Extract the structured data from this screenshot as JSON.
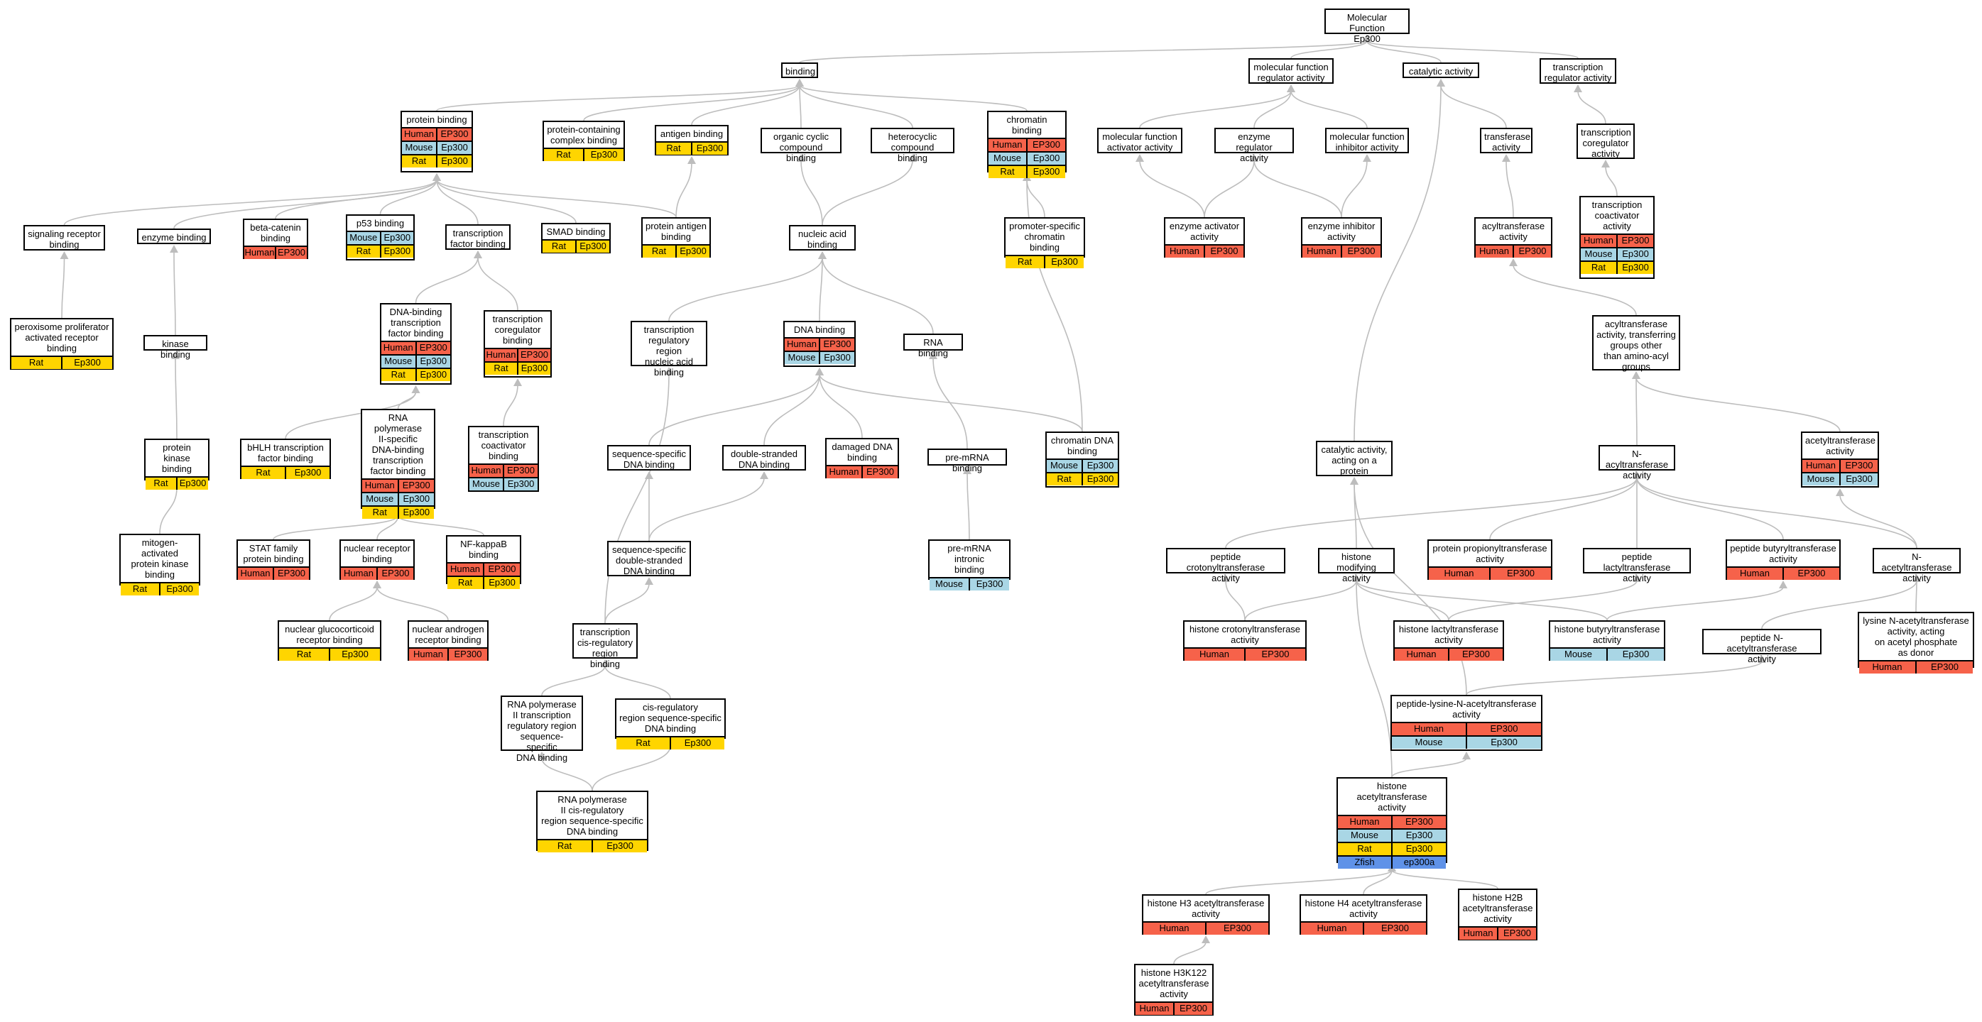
{
  "colors": {
    "Human": "#f6624a",
    "Mouse": "#a9d6e5",
    "Rat": "#ffd500",
    "Zfish": "#5f92e8",
    "edge": "#bdbdbd"
  },
  "nodes": [
    {
      "id": "mf",
      "lines": [
        "Molecular Function",
        "Ep300"
      ]
    },
    {
      "id": "binding",
      "lines": [
        "binding"
      ]
    },
    {
      "id": "mfra",
      "lines": [
        "molecular function",
        "regulator activity"
      ]
    },
    {
      "id": "catalytic",
      "lines": [
        "catalytic activity"
      ]
    },
    {
      "id": "tra",
      "lines": [
        "transcription",
        "regulator activity"
      ]
    },
    {
      "id": "protein_binding",
      "lines": [
        "protein binding"
      ],
      "rows": [
        [
          "Human",
          "EP300"
        ],
        [
          "Mouse",
          "Ep300"
        ],
        [
          "Rat",
          "Ep300"
        ]
      ]
    },
    {
      "id": "pccb",
      "lines": [
        "protein-containing",
        "complex binding"
      ],
      "rows": [
        [
          "Rat",
          "Ep300"
        ]
      ]
    },
    {
      "id": "antigen",
      "lines": [
        "antigen binding"
      ],
      "rows": [
        [
          "Rat",
          "Ep300"
        ]
      ]
    },
    {
      "id": "occb",
      "lines": [
        "organic cyclic",
        "compound binding"
      ]
    },
    {
      "id": "hccb",
      "lines": [
        "heterocyclic",
        "compound binding"
      ]
    },
    {
      "id": "chromatin",
      "lines": [
        "chromatin binding"
      ],
      "rows": [
        [
          "Human",
          "EP300"
        ],
        [
          "Mouse",
          "Ep300"
        ],
        [
          "Rat",
          "Ep300"
        ]
      ]
    },
    {
      "id": "mfaa",
      "lines": [
        "molecular function",
        "activator activity"
      ]
    },
    {
      "id": "era",
      "lines": [
        "enzyme regulator",
        "activity"
      ]
    },
    {
      "id": "mfia",
      "lines": [
        "molecular function",
        "inhibitor activity"
      ]
    },
    {
      "id": "transferase",
      "lines": [
        "transferase",
        "activity"
      ]
    },
    {
      "id": "tcora",
      "lines": [
        "transcription",
        "coregulator",
        "activity"
      ]
    },
    {
      "id": "srb",
      "lines": [
        "signaling receptor",
        "binding"
      ]
    },
    {
      "id": "enzb",
      "lines": [
        "enzyme binding"
      ]
    },
    {
      "id": "bcat",
      "lines": [
        "beta-catenin",
        "binding"
      ],
      "rows": [
        [
          "Human",
          "EP300"
        ]
      ]
    },
    {
      "id": "p53",
      "lines": [
        "p53 binding"
      ],
      "rows": [
        [
          "Mouse",
          "Ep300"
        ],
        [
          "Rat",
          "Ep300"
        ]
      ]
    },
    {
      "id": "tfb",
      "lines": [
        "transcription",
        "factor binding"
      ]
    },
    {
      "id": "smad",
      "lines": [
        "SMAD binding"
      ],
      "rows": [
        [
          "Rat",
          "Ep300"
        ]
      ]
    },
    {
      "id": "pab",
      "lines": [
        "protein antigen",
        "binding"
      ],
      "rows": [
        [
          "Rat",
          "Ep300"
        ]
      ]
    },
    {
      "id": "nab",
      "lines": [
        "nucleic acid",
        "binding"
      ]
    },
    {
      "id": "pscb",
      "lines": [
        "promoter-specific",
        "chromatin binding"
      ],
      "rows": [
        [
          "Rat",
          "Ep300"
        ]
      ]
    },
    {
      "id": "eaa",
      "lines": [
        "enzyme activator",
        "activity"
      ],
      "rows": [
        [
          "Human",
          "EP300"
        ]
      ]
    },
    {
      "id": "eia",
      "lines": [
        "enzyme inhibitor",
        "activity"
      ],
      "rows": [
        [
          "Human",
          "EP300"
        ]
      ]
    },
    {
      "id": "acyltr",
      "lines": [
        "acyltransferase",
        "activity"
      ],
      "rows": [
        [
          "Human",
          "EP300"
        ]
      ]
    },
    {
      "id": "tcoa2",
      "lines": [
        "transcription",
        "coactivator",
        "activity"
      ],
      "rows": [
        [
          "Human",
          "EP300"
        ],
        [
          "Mouse",
          "Ep300"
        ],
        [
          "Rat",
          "Ep300"
        ]
      ]
    },
    {
      "id": "ppar",
      "lines": [
        "peroxisome proliferator",
        "activated receptor",
        "binding"
      ],
      "rows": [
        [
          "Rat",
          "Ep300"
        ]
      ]
    },
    {
      "id": "kinb",
      "lines": [
        "kinase binding"
      ]
    },
    {
      "id": "dbtfb",
      "lines": [
        "DNA-binding",
        "transcription",
        "factor binding"
      ],
      "rows": [
        [
          "Human",
          "EP300"
        ],
        [
          "Mouse",
          "Ep300"
        ],
        [
          "Rat",
          "Ep300"
        ]
      ]
    },
    {
      "id": "tcorb",
      "lines": [
        "transcription",
        "coregulator",
        "binding"
      ],
      "rows": [
        [
          "Human",
          "EP300"
        ],
        [
          "Rat",
          "Ep300"
        ]
      ]
    },
    {
      "id": "trrnab",
      "lines": [
        "transcription",
        "regulatory region",
        "nucleic acid",
        "binding"
      ]
    },
    {
      "id": "dnab",
      "lines": [
        "DNA binding"
      ],
      "rows": [
        [
          "Human",
          "EP300"
        ],
        [
          "Mouse",
          "Ep300"
        ]
      ]
    },
    {
      "id": "rnab",
      "lines": [
        "RNA binding"
      ]
    },
    {
      "id": "atgr",
      "lines": [
        "acyltransferase",
        "activity, transferring",
        "groups other",
        "than amino-acyl",
        "groups"
      ]
    },
    {
      "id": "pkb",
      "lines": [
        "protein kinase",
        "binding"
      ],
      "rows": [
        [
          "Rat",
          "Ep300"
        ]
      ]
    },
    {
      "id": "bhlh",
      "lines": [
        "bHLH transcription",
        "factor binding"
      ],
      "rows": [
        [
          "Rat",
          "Ep300"
        ]
      ]
    },
    {
      "id": "rnap2",
      "lines": [
        "RNA polymerase",
        "II-specific",
        "DNA-binding",
        "transcription",
        "factor binding"
      ],
      "rows": [
        [
          "Human",
          "EP300"
        ],
        [
          "Mouse",
          "Ep300"
        ],
        [
          "Rat",
          "Ep300"
        ]
      ]
    },
    {
      "id": "tcoab",
      "lines": [
        "transcription",
        "coactivator",
        "binding"
      ],
      "rows": [
        [
          "Human",
          "EP300"
        ],
        [
          "Mouse",
          "Ep300"
        ]
      ]
    },
    {
      "id": "ssdna",
      "lines": [
        "sequence-specific",
        "DNA binding"
      ]
    },
    {
      "id": "dsdna",
      "lines": [
        "double-stranded",
        "DNA binding"
      ]
    },
    {
      "id": "dmgdna",
      "lines": [
        "damaged DNA",
        "binding"
      ],
      "rows": [
        [
          "Human",
          "EP300"
        ]
      ]
    },
    {
      "id": "premrna",
      "lines": [
        "pre-mRNA binding"
      ]
    },
    {
      "id": "chrdna",
      "lines": [
        "chromatin DNA",
        "binding"
      ],
      "rows": [
        [
          "Mouse",
          "Ep300"
        ],
        [
          "Rat",
          "Ep300"
        ]
      ]
    },
    {
      "id": "caap",
      "lines": [
        "catalytic activity,",
        "acting on a",
        "protein"
      ]
    },
    {
      "id": "nacyl",
      "lines": [
        "N-acyltransferase",
        "activity"
      ]
    },
    {
      "id": "acetyltr",
      "lines": [
        "acetyltransferase",
        "activity"
      ],
      "rows": [
        [
          "Human",
          "EP300"
        ],
        [
          "Mouse",
          "Ep300"
        ]
      ]
    },
    {
      "id": "mapk",
      "lines": [
        "mitogen-activated",
        "protein kinase",
        "binding"
      ],
      "rows": [
        [
          "Rat",
          "Ep300"
        ]
      ]
    },
    {
      "id": "stat",
      "lines": [
        "STAT family",
        "protein binding"
      ],
      "rows": [
        [
          "Human",
          "EP300"
        ]
      ]
    },
    {
      "id": "nrb",
      "lines": [
        "nuclear receptor",
        "binding"
      ],
      "rows": [
        [
          "Human",
          "EP300"
        ]
      ]
    },
    {
      "id": "nfkb",
      "lines": [
        "NF-kappaB binding"
      ],
      "rows": [
        [
          "Human",
          "EP300"
        ],
        [
          "Rat",
          "Ep300"
        ]
      ]
    },
    {
      "id": "ssdsdna",
      "lines": [
        "sequence-specific",
        "double-stranded",
        "DNA binding"
      ]
    },
    {
      "id": "pmrnaint",
      "lines": [
        "pre-mRNA intronic",
        "binding"
      ],
      "rows": [
        [
          "Mouse",
          "Ep300"
        ]
      ]
    },
    {
      "id": "pcroton",
      "lines": [
        "peptide crotonyltransferase",
        "activity"
      ]
    },
    {
      "id": "hmod",
      "lines": [
        "histone modifying",
        "activity"
      ]
    },
    {
      "id": "ppropion",
      "lines": [
        "protein propionyltransferase",
        "activity"
      ],
      "rows": [
        [
          "Human",
          "EP300"
        ]
      ]
    },
    {
      "id": "plact",
      "lines": [
        "peptide lactyltransferase",
        "activity"
      ]
    },
    {
      "id": "pbutyr",
      "lines": [
        "peptide butyryltransferase",
        "activity"
      ],
      "rows": [
        [
          "Human",
          "EP300"
        ]
      ]
    },
    {
      "id": "nacet",
      "lines": [
        "N-acetyltransferase",
        "activity"
      ]
    },
    {
      "id": "ngrb",
      "lines": [
        "nuclear glucocorticoid",
        "receptor binding"
      ],
      "rows": [
        [
          "Rat",
          "Ep300"
        ]
      ]
    },
    {
      "id": "narb",
      "lines": [
        "nuclear androgen",
        "receptor binding"
      ],
      "rows": [
        [
          "Human",
          "EP300"
        ]
      ]
    },
    {
      "id": "tcrrb",
      "lines": [
        "transcription",
        "cis-regulatory",
        "region binding"
      ]
    },
    {
      "id": "hcroton",
      "lines": [
        "histone crotonyltransferase",
        "activity"
      ],
      "rows": [
        [
          "Human",
          "EP300"
        ]
      ]
    },
    {
      "id": "hlact",
      "lines": [
        "histone lactyltransferase",
        "activity"
      ],
      "rows": [
        [
          "Human",
          "EP300"
        ]
      ]
    },
    {
      "id": "hbutyr",
      "lines": [
        "histone butyryltransferase",
        "activity"
      ],
      "rows": [
        [
          "Mouse",
          "Ep300"
        ]
      ]
    },
    {
      "id": "pnacet",
      "lines": [
        "peptide N-acetyltransferase",
        "activity"
      ]
    },
    {
      "id": "lysnacet",
      "lines": [
        "lysine N-acetyltransferase",
        "activity, acting",
        "on acetyl phosphate",
        "as donor"
      ],
      "rows": [
        [
          "Human",
          "EP300"
        ]
      ]
    },
    {
      "id": "rnap2trr",
      "lines": [
        "RNA polymerase",
        "II transcription",
        "regulatory region",
        "sequence-specific",
        "DNA binding"
      ]
    },
    {
      "id": "crrssdna",
      "lines": [
        "cis-regulatory",
        "region sequence-specific",
        "DNA binding"
      ],
      "rows": [
        [
          "Rat",
          "Ep300"
        ]
      ]
    },
    {
      "id": "pln",
      "lines": [
        "peptide-lysine-N-acetyltransferase",
        "activity"
      ],
      "rows": [
        [
          "Human",
          "EP300"
        ],
        [
          "Mouse",
          "Ep300"
        ]
      ]
    },
    {
      "id": "rnap2cis",
      "lines": [
        "RNA polymerase",
        "II cis-regulatory",
        "region sequence-specific",
        "DNA binding"
      ],
      "rows": [
        [
          "Rat",
          "Ep300"
        ]
      ]
    },
    {
      "id": "hat",
      "lines": [
        "histone acetyltransferase",
        "activity"
      ],
      "rows": [
        [
          "Human",
          "EP300"
        ],
        [
          "Mouse",
          "Ep300"
        ],
        [
          "Rat",
          "Ep300"
        ],
        [
          "Zfish",
          "ep300a"
        ]
      ]
    },
    {
      "id": "h3",
      "lines": [
        "histone H3 acetyltransferase",
        "activity"
      ],
      "rows": [
        [
          "Human",
          "EP300"
        ]
      ]
    },
    {
      "id": "h4",
      "lines": [
        "histone H4 acetyltransferase",
        "activity"
      ],
      "rows": [
        [
          "Human",
          "EP300"
        ]
      ]
    },
    {
      "id": "h2b",
      "lines": [
        "histone H2B",
        "acetyltransferase",
        "activity"
      ],
      "rows": [
        [
          "Human",
          "EP300"
        ]
      ]
    },
    {
      "id": "h3k122",
      "lines": [
        "histone H3K122",
        "acetyltransferase",
        "activity"
      ],
      "rows": [
        [
          "Human",
          "EP300"
        ]
      ]
    }
  ],
  "edges": [
    [
      "binding",
      "mf"
    ],
    [
      "mfra",
      "mf"
    ],
    [
      "catalytic",
      "mf"
    ],
    [
      "tra",
      "mf"
    ],
    [
      "protein_binding",
      "binding"
    ],
    [
      "pccb",
      "binding"
    ],
    [
      "antigen",
      "binding"
    ],
    [
      "occb",
      "binding"
    ],
    [
      "hccb",
      "binding"
    ],
    [
      "chromatin",
      "binding"
    ],
    [
      "mfaa",
      "mfra"
    ],
    [
      "era",
      "mfra"
    ],
    [
      "mfia",
      "mfra"
    ],
    [
      "transferase",
      "catalytic"
    ],
    [
      "caap",
      "catalytic"
    ],
    [
      "tcora",
      "tra"
    ],
    [
      "srb",
      "protein_binding"
    ],
    [
      "enzb",
      "protein_binding"
    ],
    [
      "bcat",
      "protein_binding"
    ],
    [
      "p53",
      "protein_binding"
    ],
    [
      "tfb",
      "protein_binding"
    ],
    [
      "smad",
      "protein_binding"
    ],
    [
      "pab",
      "protein_binding"
    ],
    [
      "pab",
      "antigen"
    ],
    [
      "nab",
      "occb"
    ],
    [
      "nab",
      "hccb"
    ],
    [
      "pscb",
      "chromatin"
    ],
    [
      "chrdna",
      "chromatin"
    ],
    [
      "eaa",
      "mfaa"
    ],
    [
      "eaa",
      "era"
    ],
    [
      "eia",
      "era"
    ],
    [
      "eia",
      "mfia"
    ],
    [
      "acyltr",
      "transferase"
    ],
    [
      "tcoa2",
      "tcora"
    ],
    [
      "ppar",
      "srb"
    ],
    [
      "kinb",
      "enzb"
    ],
    [
      "dbtfb",
      "tfb"
    ],
    [
      "tcorb",
      "tfb"
    ],
    [
      "trrnab",
      "nab"
    ],
    [
      "dnab",
      "nab"
    ],
    [
      "rnab",
      "nab"
    ],
    [
      "atgr",
      "acyltr"
    ],
    [
      "pkb",
      "kinb"
    ],
    [
      "bhlh",
      "dbtfb"
    ],
    [
      "rnap2",
      "dbtfb"
    ],
    [
      "tcoab",
      "tcorb"
    ],
    [
      "ssdna",
      "dnab"
    ],
    [
      "dsdna",
      "dnab"
    ],
    [
      "dmgdna",
      "dnab"
    ],
    [
      "chrdna",
      "dnab"
    ],
    [
      "premrna",
      "rnab"
    ],
    [
      "nacyl",
      "atgr"
    ],
    [
      "acetyltr",
      "atgr"
    ],
    [
      "mapk",
      "pkb"
    ],
    [
      "stat",
      "rnap2"
    ],
    [
      "nrb",
      "rnap2"
    ],
    [
      "nfkb",
      "rnap2"
    ],
    [
      "ssdsdna",
      "ssdna"
    ],
    [
      "ssdsdna",
      "dsdna"
    ],
    [
      "pmrnaint",
      "premrna"
    ],
    [
      "pcroton",
      "nacyl"
    ],
    [
      "ppropion",
      "nacyl"
    ],
    [
      "plact",
      "nacyl"
    ],
    [
      "pbutyr",
      "nacyl"
    ],
    [
      "nacet",
      "nacyl"
    ],
    [
      "nacet",
      "acetyltr"
    ],
    [
      "hmod",
      "caap"
    ],
    [
      "pln",
      "caap"
    ],
    [
      "ngrb",
      "nrb"
    ],
    [
      "narb",
      "nrb"
    ],
    [
      "tcrrb",
      "trrnab"
    ],
    [
      "tcrrb",
      "ssdsdna"
    ],
    [
      "hcroton",
      "pcroton"
    ],
    [
      "hcroton",
      "hmod"
    ],
    [
      "hlact",
      "hmod"
    ],
    [
      "hlact",
      "plact"
    ],
    [
      "hbutyr",
      "hmod"
    ],
    [
      "hbutyr",
      "pbutyr"
    ],
    [
      "pnacet",
      "nacet"
    ],
    [
      "lysnacet",
      "nacet"
    ],
    [
      "rnap2trr",
      "tcrrb"
    ],
    [
      "crrssdna",
      "tcrrb"
    ],
    [
      "pln",
      "pnacet"
    ],
    [
      "rnap2cis",
      "rnap2trr"
    ],
    [
      "rnap2cis",
      "crrssdna"
    ],
    [
      "hat",
      "hmod"
    ],
    [
      "hat",
      "pln"
    ],
    [
      "h3",
      "hat"
    ],
    [
      "h4",
      "hat"
    ],
    [
      "h2b",
      "hat"
    ],
    [
      "h3k122",
      "h3"
    ]
  ]
}
